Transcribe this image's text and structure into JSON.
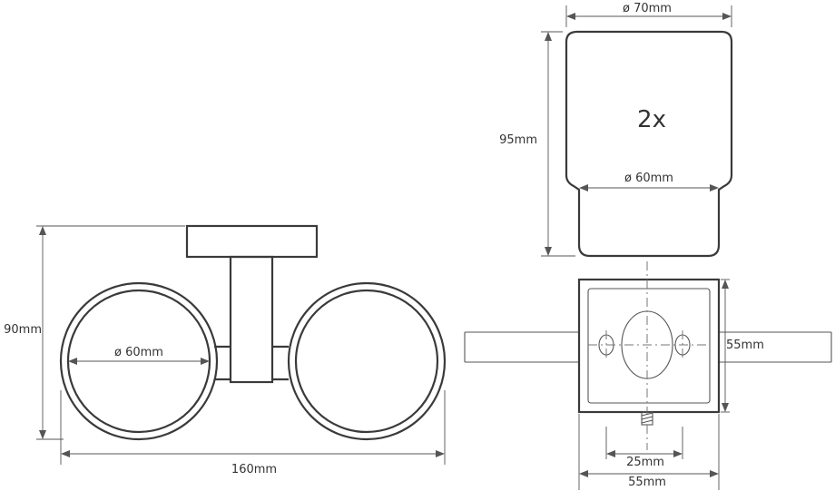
{
  "front_view": {
    "height_label": "90mm",
    "cup_diameter_label": "ø 60mm",
    "width_label": "160mm"
  },
  "cup_view": {
    "top_width_label": "ø 70mm",
    "height_label": "95mm",
    "quantity_label": "2x",
    "inner_width_label": "ø 60mm"
  },
  "wall_plate_view": {
    "height_label": "55mm",
    "hole_spacing_label": "25mm",
    "width_label": "55mm"
  }
}
